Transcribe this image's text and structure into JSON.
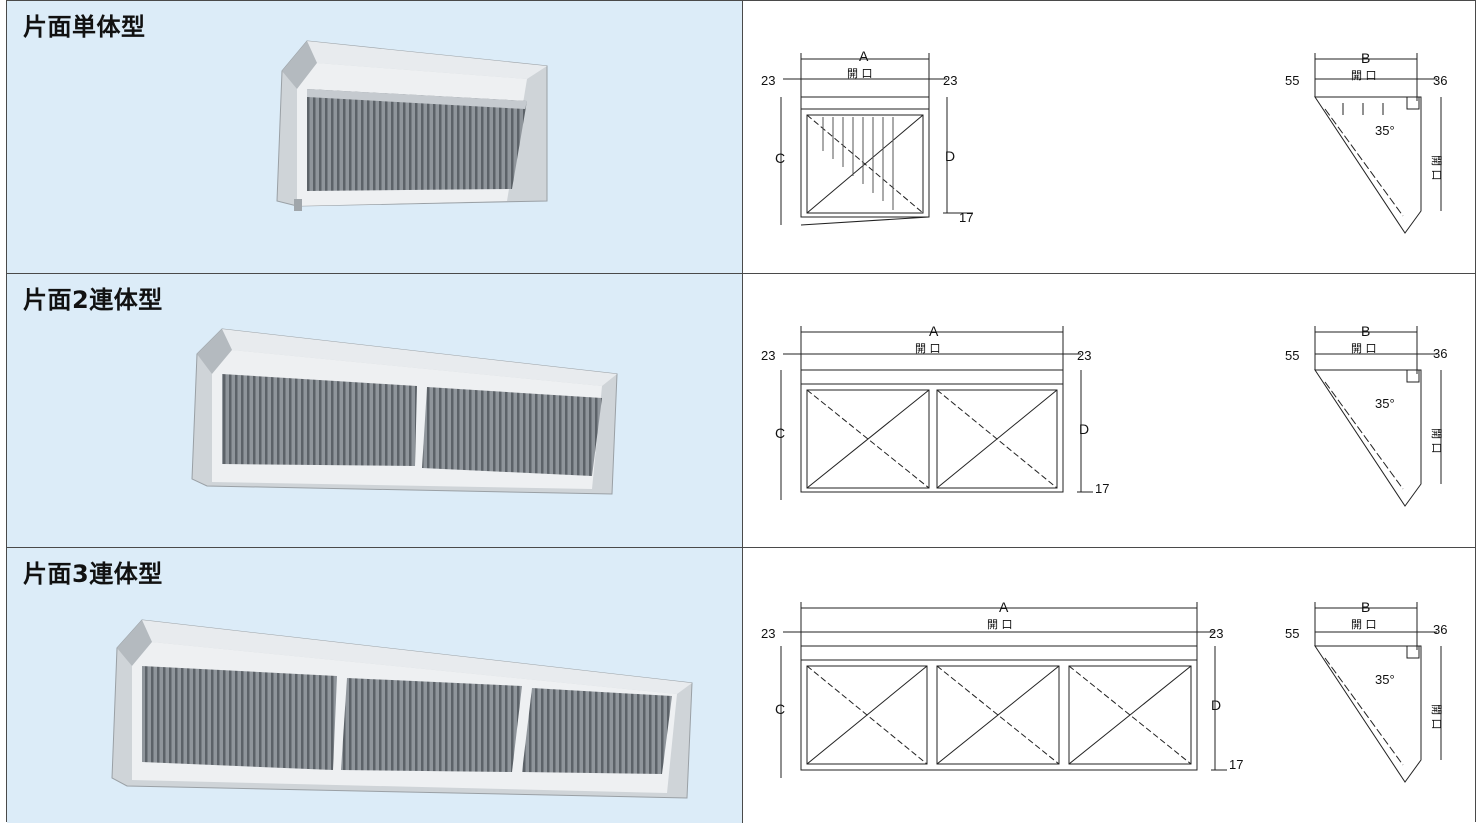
{
  "rows": [
    {
      "title": "片面単体型",
      "front": {
        "A": "A",
        "opening": "開 口",
        "left": "23",
        "right": "23",
        "C": "C",
        "D": "D",
        "bottom": "17"
      },
      "side": {
        "B": "B",
        "opening": "開 口",
        "left": "55",
        "right": "36",
        "angle": "35°",
        "v_opening": "開 口"
      }
    },
    {
      "title": "片面2連体型",
      "front": {
        "A": "A",
        "opening": "開 口",
        "left": "23",
        "right": "23",
        "C": "C",
        "D": "D",
        "bottom": "17"
      },
      "side": {
        "B": "B",
        "opening": "開 口",
        "left": "55",
        "right": "36",
        "angle": "35°",
        "v_opening": "開 口"
      }
    },
    {
      "title": "片面3連体型",
      "front": {
        "A": "A",
        "opening": "開 口",
        "left": "23",
        "right": "23",
        "C": "C",
        "D": "D",
        "bottom": "17"
      },
      "side": {
        "B": "B",
        "opening": "開 口",
        "left": "55",
        "right": "36",
        "angle": "35°",
        "v_opening": "開 口"
      }
    }
  ]
}
